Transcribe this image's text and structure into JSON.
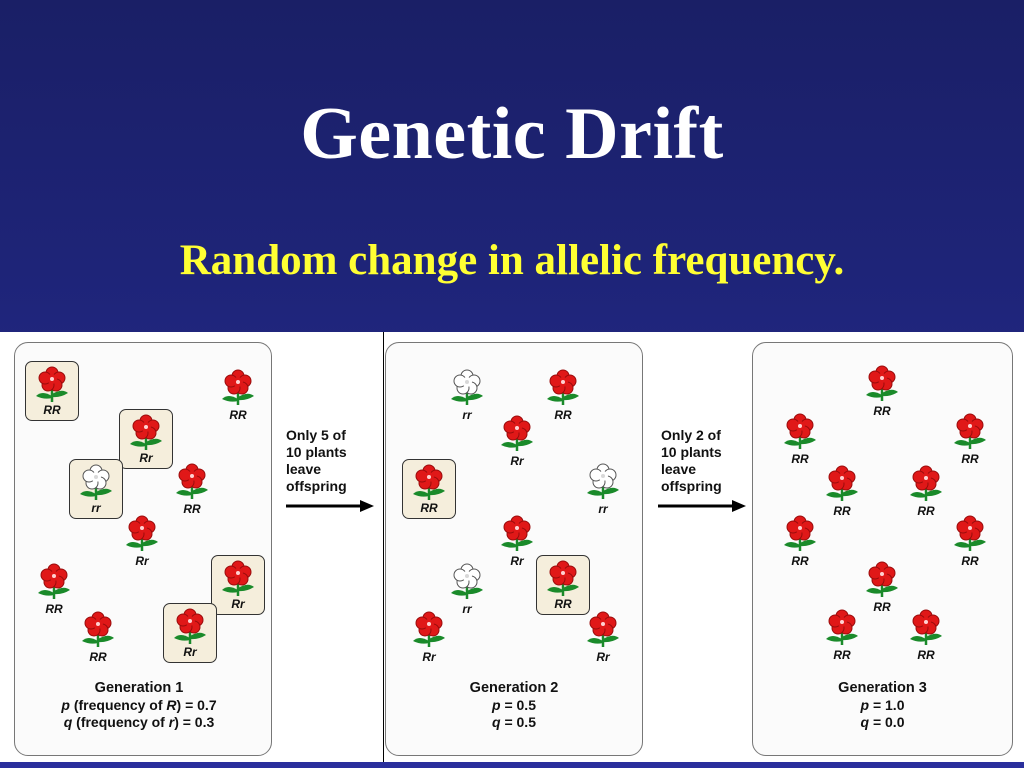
{
  "slide": {
    "title": "Genetic Drift",
    "subtitle": "Random change in allelic frequency."
  },
  "colors": {
    "red_flower": "#e01818",
    "white_flower": "#ffffff",
    "leaf": "#1a8a2a",
    "highlight_box": "#f5eedc",
    "title": "#ffffff",
    "subtitle": "#ffff33"
  },
  "transitions": [
    {
      "line1": "Only 5 of",
      "line2": "10 plants",
      "line3": "leave",
      "line4": "offspring"
    },
    {
      "line1": "Only 2 of",
      "line2": "10 plants",
      "line3": "leave",
      "line4": "offspring"
    }
  ],
  "generations": [
    {
      "label": "Generation 1",
      "p_text": "p (frequency of R) = 0.7",
      "q_text": "q (frequency of r) = 0.3",
      "plants": [
        {
          "genotype": "RR",
          "boxed": true
        },
        {
          "genotype": "RR",
          "boxed": false
        },
        {
          "genotype": "Rr",
          "boxed": true
        },
        {
          "genotype": "rr",
          "boxed": true
        },
        {
          "genotype": "RR",
          "boxed": false
        },
        {
          "genotype": "Rr",
          "boxed": false
        },
        {
          "genotype": "RR",
          "boxed": false
        },
        {
          "genotype": "Rr",
          "boxed": true
        },
        {
          "genotype": "RR",
          "boxed": false
        },
        {
          "genotype": "Rr",
          "boxed": true
        }
      ]
    },
    {
      "label": "Generation 2",
      "p_text": "p = 0.5",
      "q_text": "q = 0.5",
      "plants": [
        {
          "genotype": "rr",
          "boxed": false
        },
        {
          "genotype": "RR",
          "boxed": false
        },
        {
          "genotype": "Rr",
          "boxed": false
        },
        {
          "genotype": "RR",
          "boxed": true
        },
        {
          "genotype": "rr",
          "boxed": false
        },
        {
          "genotype": "Rr",
          "boxed": false
        },
        {
          "genotype": "rr",
          "boxed": false
        },
        {
          "genotype": "RR",
          "boxed": true
        },
        {
          "genotype": "Rr",
          "boxed": false
        },
        {
          "genotype": "Rr",
          "boxed": false
        }
      ]
    },
    {
      "label": "Generation 3",
      "p_text": "p = 1.0",
      "q_text": "q = 0.0",
      "plants": [
        {
          "genotype": "RR",
          "boxed": false
        },
        {
          "genotype": "RR",
          "boxed": false
        },
        {
          "genotype": "RR",
          "boxed": false
        },
        {
          "genotype": "RR",
          "boxed": false
        },
        {
          "genotype": "RR",
          "boxed": false
        },
        {
          "genotype": "RR",
          "boxed": false
        },
        {
          "genotype": "RR",
          "boxed": false
        },
        {
          "genotype": "RR",
          "boxed": false
        },
        {
          "genotype": "RR",
          "boxed": false
        },
        {
          "genotype": "RR",
          "boxed": false
        }
      ]
    }
  ]
}
